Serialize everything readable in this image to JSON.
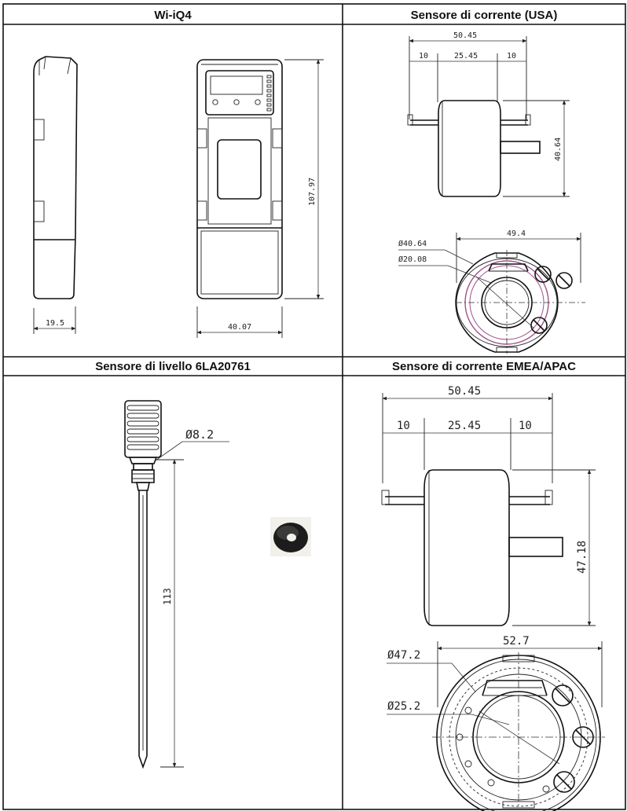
{
  "panels": {
    "wiiq4": {
      "title": "Wi-iQ4",
      "dims": {
        "height": "107.97",
        "width": "40.07",
        "depth": "19.5"
      }
    },
    "current_usa": {
      "title": "Sensore di corrente (USA)",
      "dims": {
        "total": "50.45",
        "left": "10",
        "middle": "25.45",
        "right": "10",
        "height": "40.64",
        "outer_dia": "Ø40.64",
        "inner_dia": "Ø20.08",
        "width": "49.4"
      }
    },
    "level": {
      "title": "Sensore di livello 6LA20761",
      "dims": {
        "dia": "Ø8.2",
        "length": "113"
      }
    },
    "current_emea": {
      "title": "Sensore di corrente EMEA/APAC",
      "dims": {
        "total": "50.45",
        "left": "10",
        "middle": "25.45",
        "right": "10",
        "height": "47.18",
        "outer_dia": "Ø47.2",
        "inner_dia": "Ø25.2",
        "width": "52.7"
      }
    }
  }
}
